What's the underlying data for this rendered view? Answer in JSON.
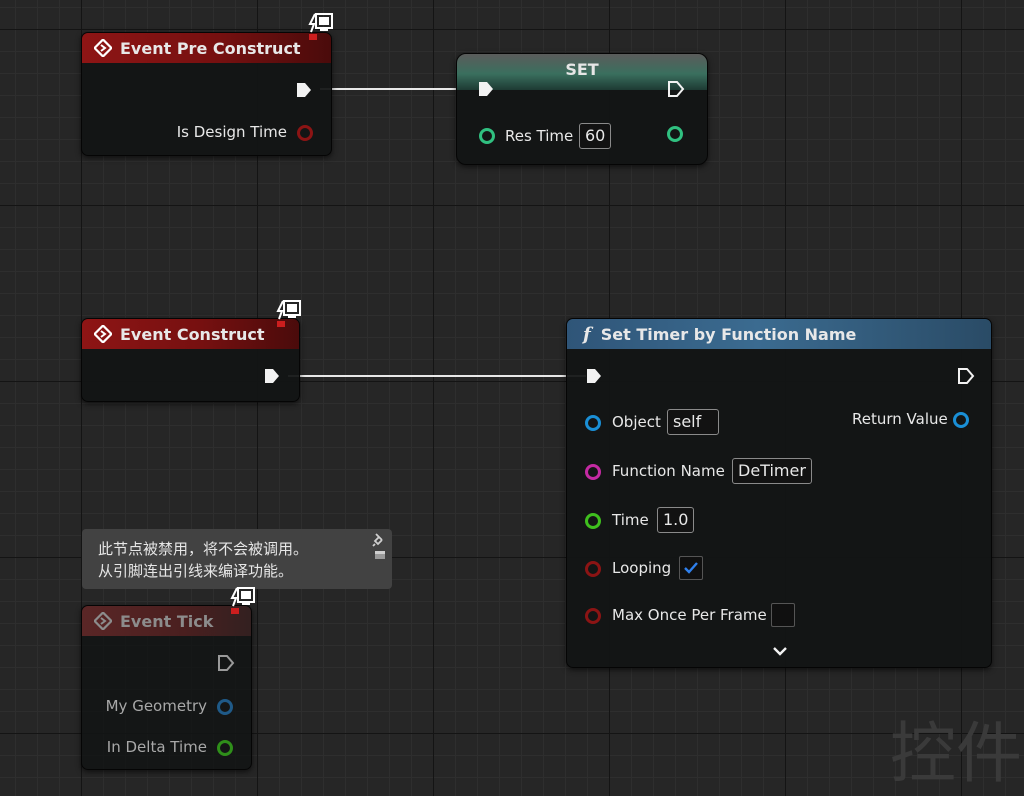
{
  "nodes": {
    "pre_construct": {
      "title": "Event Pre Construct",
      "output_label": "Is Design Time"
    },
    "set": {
      "title": "SET",
      "var_label": "Res Time",
      "var_value": "60"
    },
    "construct": {
      "title": "Event Construct"
    },
    "set_timer": {
      "title": "Set Timer by Function Name",
      "func_glyph": "f",
      "object_label": "Object",
      "object_value": "self",
      "function_name_label": "Function Name",
      "function_name_value": "DeTimer",
      "time_label": "Time",
      "time_value": "1.0",
      "looping_label": "Looping",
      "looping_checked": true,
      "max_once_label": "Max Once Per Frame",
      "max_once_checked": false,
      "return_label": "Return Value",
      "expand_glyph": "⌄"
    },
    "tick": {
      "title": "Event Tick",
      "geometry_label": "My Geometry",
      "delta_label": "In Delta Time"
    }
  },
  "tooltip": {
    "line1": "此节点被禁用，将不会被调用。",
    "line2": "从引脚连出引线来编译功能。"
  },
  "watermark": "控件",
  "colors": {
    "exec_pin": "#f2f2f2",
    "bool_pin": "#8c1414",
    "float_pin": "#30c080",
    "object_pin": "#1a8fd6",
    "name_pin": "#c42aa3",
    "time_pin": "#3fbf1e",
    "check_accent": "#1f6fd6"
  },
  "icons": [
    "event-diamond-icon",
    "exec-pin-icon",
    "client-server-icon",
    "function-icon",
    "checkmark-icon",
    "chevron-down-icon",
    "pin-icon"
  ]
}
